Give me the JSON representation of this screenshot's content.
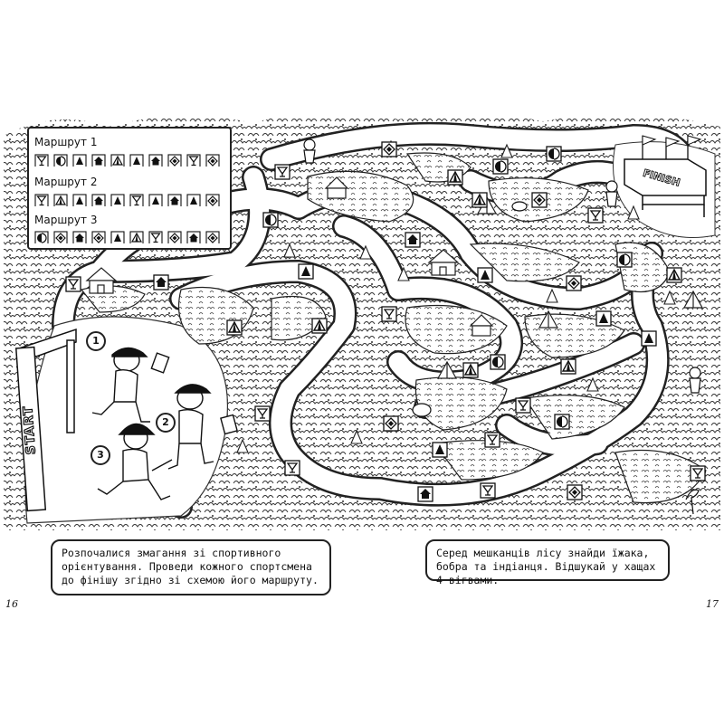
{
  "legend": {
    "routes": [
      {
        "title": "Маршрут 1",
        "symbols": [
          "glass",
          "half-circle",
          "tree",
          "house",
          "tent",
          "tree",
          "house",
          "diamond",
          "glass",
          "diamond"
        ]
      },
      {
        "title": "Маршрут 2",
        "symbols": [
          "glass",
          "tent",
          "tree",
          "house",
          "tree",
          "glass",
          "tree",
          "house",
          "tree",
          "diamond"
        ]
      },
      {
        "title": "Маршрут 3",
        "symbols": [
          "half-circle",
          "diamond",
          "house",
          "diamond",
          "tree",
          "tent",
          "glass",
          "diamond",
          "house",
          "diamond"
        ]
      }
    ]
  },
  "map": {
    "start_label": "START",
    "finish_label": "FINISH",
    "runners": [
      "1",
      "2",
      "3"
    ]
  },
  "captions": {
    "left": "Розпочалися змагання зі спортивного орієнтування. Проведи кожного спортсмена до фінішу згідно зі схемою його маршруту.",
    "right": "Серед мешканців лісу знайди їжака, бобра та індіанця. Відшукай у хащах 4 вігвами."
  },
  "pages": {
    "left": "16",
    "right": "17"
  }
}
